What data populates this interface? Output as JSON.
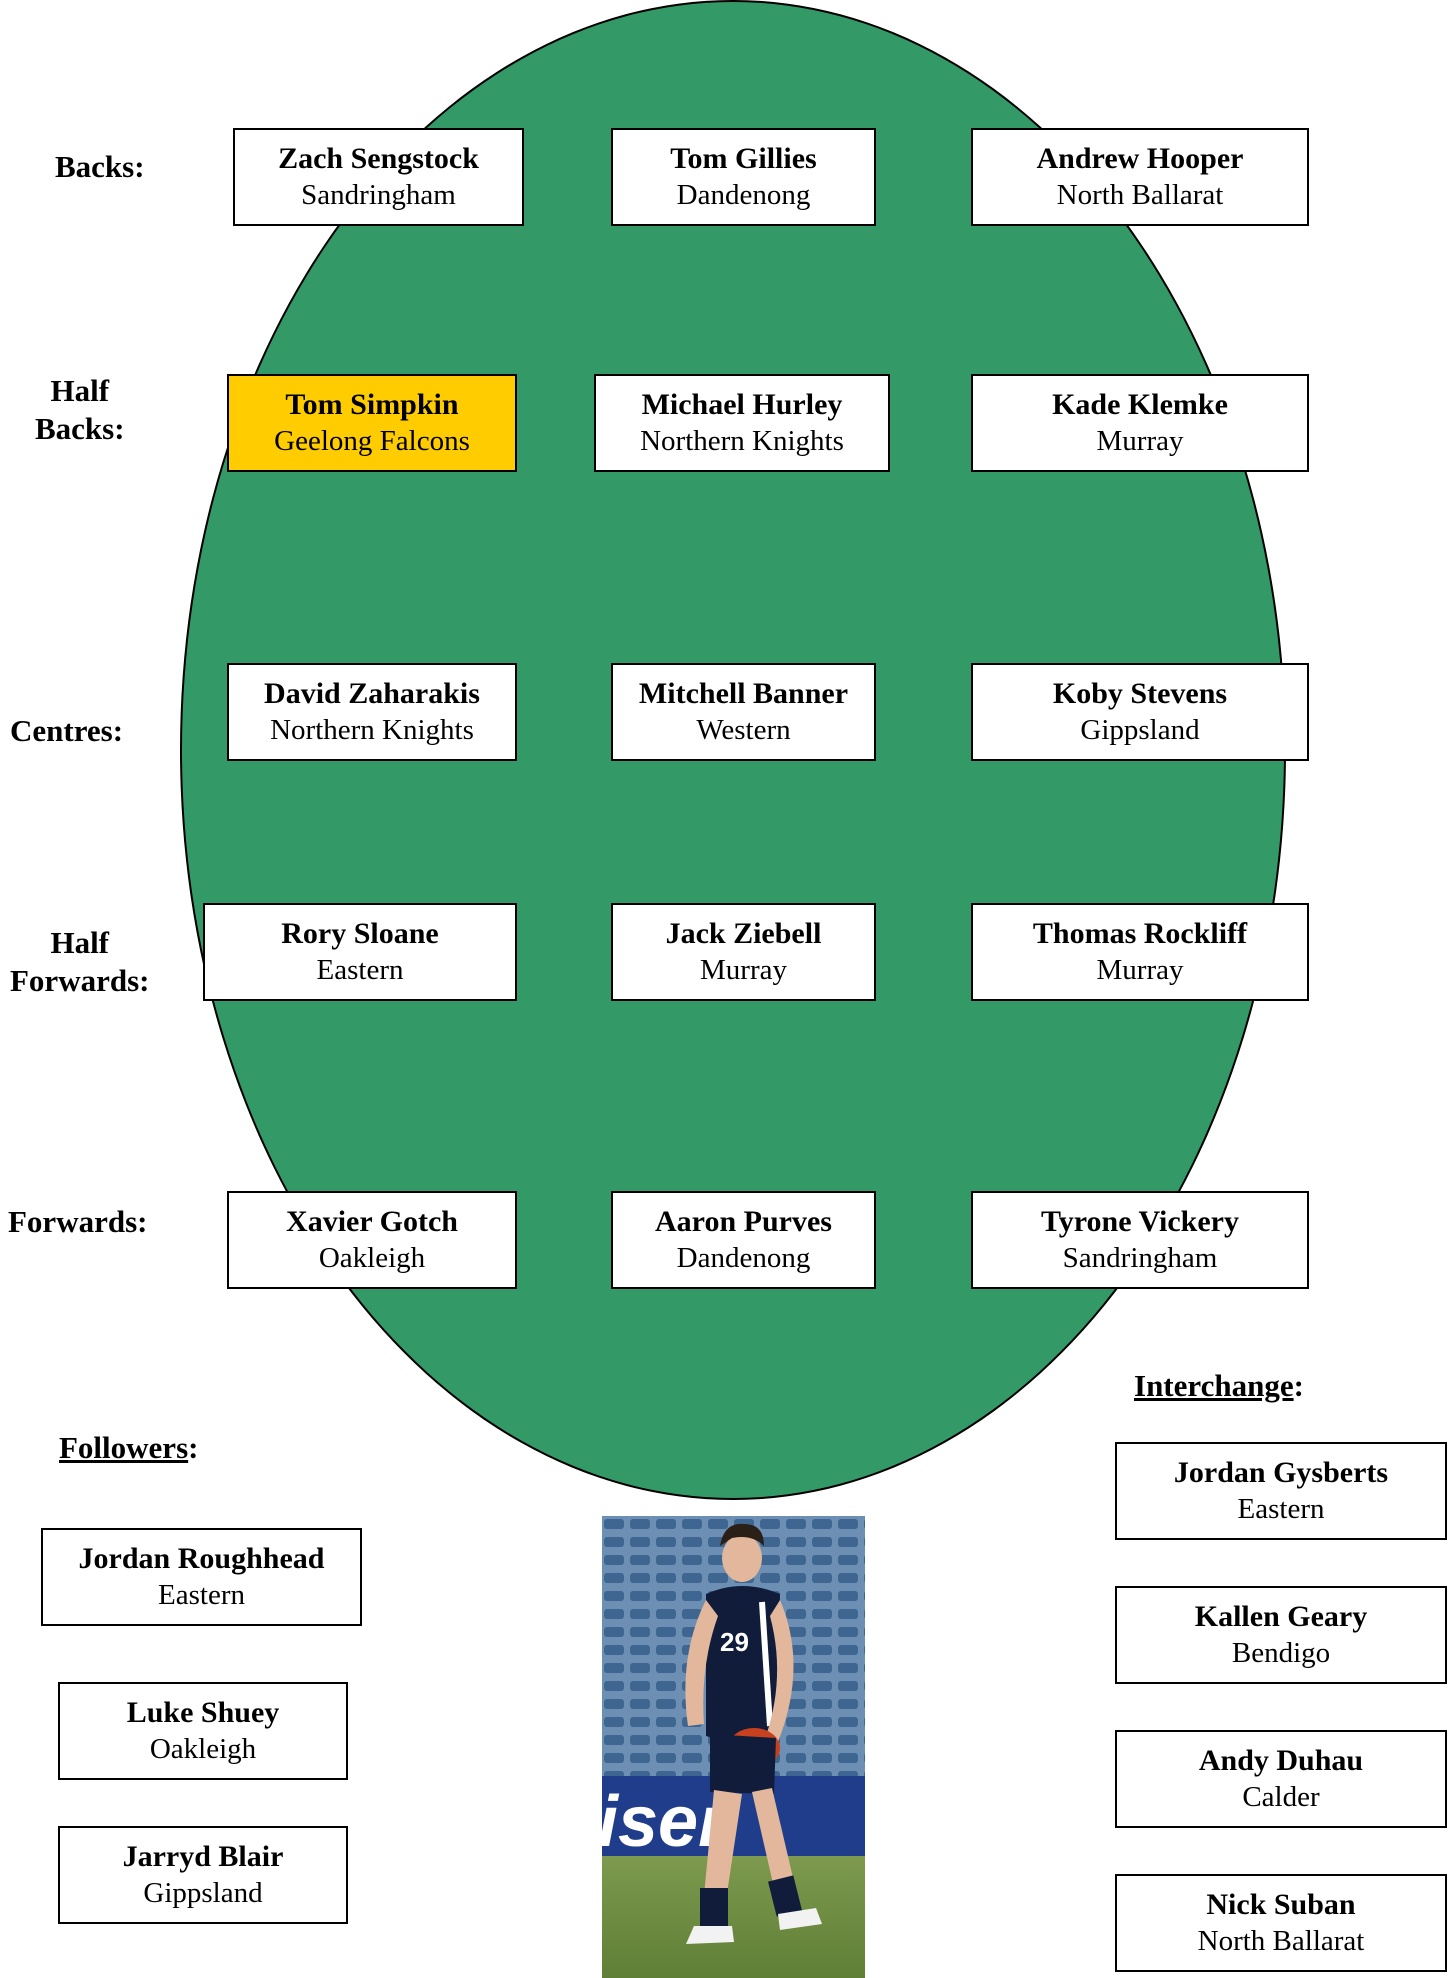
{
  "colors": {
    "field": "#339966",
    "highlight": "#ffcc00"
  },
  "row_labels": {
    "backs": "Backs:",
    "half_backs_1": "Half",
    "half_backs_2": "Backs:",
    "centres": "Centres:",
    "half_forwards_1": "Half",
    "half_forwards_2": "Forwards:",
    "forwards": "Forwards:"
  },
  "backs": [
    {
      "name": "Zach Sengstock",
      "club": "Sandringham"
    },
    {
      "name": "Tom Gillies",
      "club": "Dandenong"
    },
    {
      "name": "Andrew Hooper",
      "club": "North Ballarat"
    }
  ],
  "half_backs": [
    {
      "name": "Tom Simpkin",
      "club": "Geelong Falcons"
    },
    {
      "name": "Michael Hurley",
      "club": "Northern Knights"
    },
    {
      "name": "Kade Klemke",
      "club": "Murray"
    }
  ],
  "centres": [
    {
      "name": "David Zaharakis",
      "club": "Northern Knights"
    },
    {
      "name": "Mitchell Banner",
      "club": "Western"
    },
    {
      "name": "Koby Stevens",
      "club": "Gippsland"
    }
  ],
  "half_forwards": [
    {
      "name": "Rory Sloane",
      "club": "Eastern"
    },
    {
      "name": "Jack Ziebell",
      "club": "Murray"
    },
    {
      "name": "Thomas Rockliff",
      "club": "Murray"
    }
  ],
  "forwards": [
    {
      "name": "Xavier Gotch",
      "club": "Oakleigh"
    },
    {
      "name": "Aaron Purves",
      "club": "Dandenong"
    },
    {
      "name": "Tyrone Vickery",
      "club": "Sandringham"
    }
  ],
  "followers": {
    "heading": "Followers",
    "colon": ":",
    "players": [
      {
        "name": "Jordan Roughhead",
        "club": "Eastern"
      },
      {
        "name": "Luke Shuey",
        "club": "Oakleigh"
      },
      {
        "name": "Jarryd Blair",
        "club": "Gippsland"
      }
    ]
  },
  "interchange": {
    "heading": "Interchange",
    "colon": ":",
    "players": [
      {
        "name": "Jordan Gysberts",
        "club": "Eastern"
      },
      {
        "name": "Kallen Geary",
        "club": "Bendigo"
      },
      {
        "name": "Andy Duhau",
        "club": "Calder"
      },
      {
        "name": "Nick Suban",
        "club": "North Ballarat"
      }
    ]
  },
  "photo": {
    "jersey_number": "29",
    "banner_text": "iser"
  }
}
